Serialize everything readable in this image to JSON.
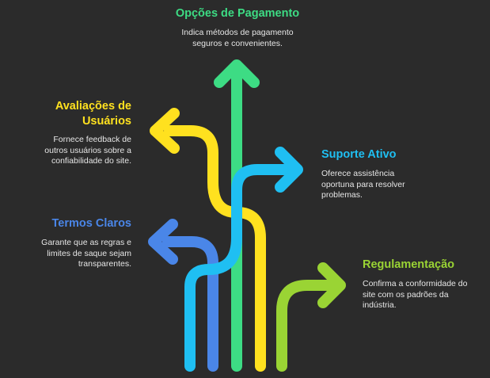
{
  "colors": {
    "background": "#2b2b2b",
    "green": "#3ddc84",
    "yellow": "#ffe11f",
    "cyan": "#1fbff2",
    "blue": "#4a86e8",
    "lime": "#9ad434",
    "text": "#e6e6e6"
  },
  "items": {
    "pagamento": {
      "title": "Opções de Pagamento",
      "description": "Indica métodos de pagamento seguros e convenientes.",
      "color": "#3ddc84"
    },
    "avaliacoes": {
      "title": "Avaliações de Usuários",
      "description": "Fornece feedback de outros usuários sobre a confiabilidade do site.",
      "color": "#ffe11f"
    },
    "suporte": {
      "title": "Suporte Ativo",
      "description": "Oferece assistência oportuna para resolver problemas.",
      "color": "#1fbff2"
    },
    "termos": {
      "title": "Termos Claros",
      "description": "Garante que as regras e limites de saque sejam transparentes.",
      "color": "#4a86e8"
    },
    "regulamentacao": {
      "title": "Regulamentação",
      "description": "Confirma a conformidade do site com os padrões da indústria.",
      "color": "#9ad434"
    }
  }
}
